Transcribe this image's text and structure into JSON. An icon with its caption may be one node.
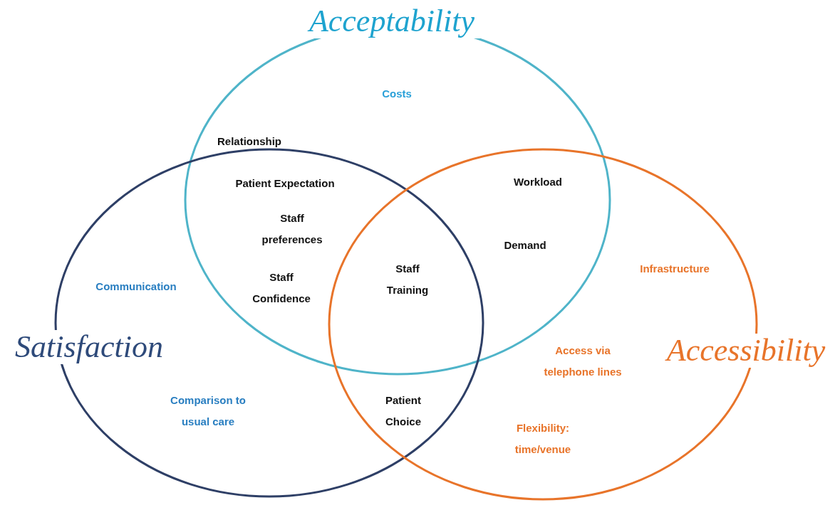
{
  "diagram": {
    "nodes": [
      {
        "text": [
          "Acceptability"
        ]
      },
      {
        "text": [
          "Satisfaction"
        ]
      },
      {
        "text": [
          "Accessibility"
        ]
      }
    ],
    "labels": [
      "Costs",
      "Relationship",
      "Patient Expectation",
      "Workload",
      "Staff preferences",
      "Demand",
      "Staff Training",
      "Infrastructure",
      "Communication",
      "Staff Confidence",
      "Access via telephone lines",
      "Comparison to usual care",
      "Patient Choice",
      "Flexibility: time/venue"
    ]
  }
}
